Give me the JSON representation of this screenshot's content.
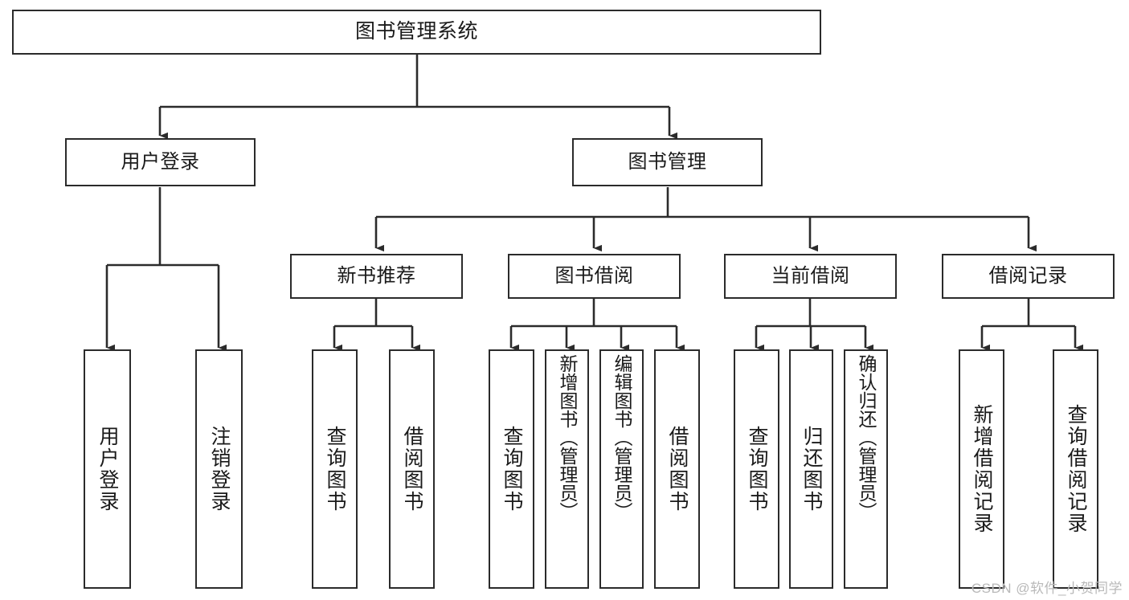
{
  "diagram": {
    "title": "图书管理系统",
    "type": "tree",
    "watermark": "CSDN @软件_小贺同学",
    "colors": {
      "box_border": "#2b2b2b",
      "box_fill": "#ffffff",
      "edge": "#2b2b2b",
      "text": "#1a1a1a",
      "watermark": "#b9b9b9",
      "background": "#ffffff"
    },
    "levels": {
      "root": [
        "图书管理系统"
      ],
      "level2": [
        "用户登录",
        "图书管理"
      ],
      "level3": [
        "新书推荐",
        "图书借阅",
        "当前借阅",
        "借阅记录"
      ],
      "leaves": [
        "用户登录",
        "注销登录",
        "查询图书",
        "借阅图书",
        "查询图书",
        "新增图书（管理员）",
        "编辑图书（管理员）",
        "借阅图书",
        "查询图书",
        "归还图书",
        "确认归还（管理员）",
        "新增借阅记录",
        "查询借阅记录"
      ]
    },
    "nodes": {
      "root": {
        "label": "图书管理系统"
      },
      "user_login": {
        "label": "用户登录"
      },
      "book_manage": {
        "label": "图书管理"
      },
      "new_book_rec": {
        "label": "新书推荐"
      },
      "book_borrow": {
        "label": "图书借阅"
      },
      "current_borrow": {
        "label": "当前借阅"
      },
      "borrow_record": {
        "label": "借阅记录"
      },
      "leaf_user_login": {
        "label": "用户登录"
      },
      "leaf_logout": {
        "label": "注销登录"
      },
      "leaf_query_book_a": {
        "label": "查询图书"
      },
      "leaf_borrow_book_a": {
        "label": "借阅图书"
      },
      "leaf_query_book_b": {
        "label": "查询图书"
      },
      "leaf_add_book": {
        "label": "新增图书（管理员）"
      },
      "leaf_edit_book": {
        "label": "编辑图书（管理员）"
      },
      "leaf_borrow_book_b": {
        "label": "借阅图书"
      },
      "leaf_query_book_c": {
        "label": "查询图书"
      },
      "leaf_return_book": {
        "label": "归还图书"
      },
      "leaf_confirm_return": {
        "label": "确认归还（管理员）"
      },
      "leaf_add_record": {
        "label": "新增借阅记录"
      },
      "leaf_query_record": {
        "label": "查询借阅记录"
      }
    },
    "edges": [
      {
        "from": "root",
        "to": "user_login"
      },
      {
        "from": "root",
        "to": "book_manage"
      },
      {
        "from": "user_login",
        "to": "leaf_user_login"
      },
      {
        "from": "user_login",
        "to": "leaf_logout"
      },
      {
        "from": "book_manage",
        "to": "new_book_rec"
      },
      {
        "from": "book_manage",
        "to": "book_borrow"
      },
      {
        "from": "book_manage",
        "to": "current_borrow"
      },
      {
        "from": "book_manage",
        "to": "borrow_record"
      },
      {
        "from": "new_book_rec",
        "to": "leaf_query_book_a"
      },
      {
        "from": "new_book_rec",
        "to": "leaf_borrow_book_a"
      },
      {
        "from": "book_borrow",
        "to": "leaf_query_book_b"
      },
      {
        "from": "book_borrow",
        "to": "leaf_add_book"
      },
      {
        "from": "book_borrow",
        "to": "leaf_edit_book"
      },
      {
        "from": "book_borrow",
        "to": "leaf_borrow_book_b"
      },
      {
        "from": "current_borrow",
        "to": "leaf_query_book_c"
      },
      {
        "from": "current_borrow",
        "to": "leaf_return_book"
      },
      {
        "from": "current_borrow",
        "to": "leaf_confirm_return"
      },
      {
        "from": "borrow_record",
        "to": "leaf_add_record"
      },
      {
        "from": "borrow_record",
        "to": "leaf_query_record"
      }
    ]
  }
}
